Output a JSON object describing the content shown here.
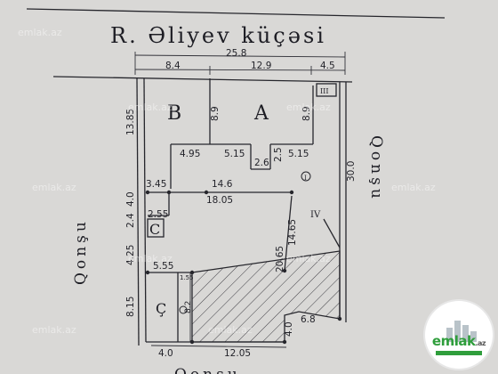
{
  "street": "R. Əliyev küçəsi",
  "neighbor": {
    "left": "Qonşu",
    "right": "Qonşu",
    "bottom": "Qonşu"
  },
  "zones": {
    "b": "B",
    "a": "A",
    "c": "C",
    "ch": "Ç"
  },
  "roman": {
    "i": "I",
    "iii": "III",
    "iv": "IV"
  },
  "dimensions": {
    "top_total": "25.8",
    "top_left": "8.4",
    "top_mid": "12.9",
    "top_right": "4.5",
    "left_upper": "13.85",
    "left_mid": "4.0",
    "left_sep": "2.4",
    "left_low": "4.25",
    "left_bottom": "8.15",
    "b_height": "8.9",
    "a_height": "8.9",
    "d_4_95": "4.95",
    "d_5_15_a": "5.15",
    "d_2_6": "2.6",
    "d_2_5": "2.5",
    "d_5_15_b": "5.15",
    "right_side": "30.0",
    "d_3_45": "3.45",
    "d_14_6": "14.6",
    "d_18_05": "18.05",
    "d_2_55": "2.55",
    "d_20_65": "20.65",
    "d_14_65": "14.65",
    "d_5_55": "5.55",
    "d_1_55": "1.55",
    "d_8_2": "8.2",
    "d_6_8": "6.8",
    "d_4_0_b": "4.0",
    "bottom_left": "4.0",
    "bottom_right": "12.05"
  },
  "watermark": "emlak.az",
  "logo": {
    "brand": "emlak",
    "tld": ".az"
  }
}
